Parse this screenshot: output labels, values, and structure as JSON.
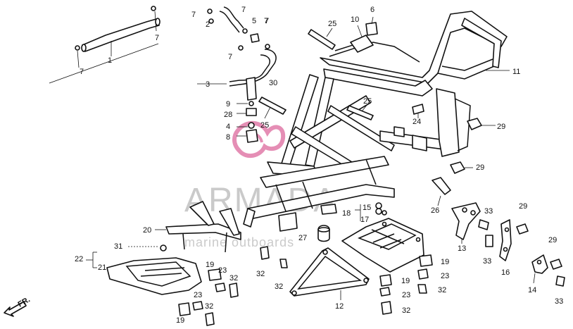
{
  "watermark": {
    "brand": "ARMADA",
    "tagline": "marine outboards",
    "logo_color": "#e07aa8"
  },
  "direction_arrow": {
    "label": "FR."
  },
  "callouts": [
    {
      "id": "c1",
      "label": "1"
    },
    {
      "id": "c7a",
      "label": "7"
    },
    {
      "id": "c7b",
      "label": "7"
    },
    {
      "id": "c7c",
      "label": "7"
    },
    {
      "id": "c7d",
      "label": "7"
    },
    {
      "id": "c7e",
      "label": "7"
    },
    {
      "id": "c7f",
      "label": "7"
    },
    {
      "id": "c7g",
      "label": "7"
    },
    {
      "id": "c2",
      "label": "2"
    },
    {
      "id": "c5",
      "label": "5"
    },
    {
      "id": "c3",
      "label": "3"
    },
    {
      "id": "c30",
      "label": "30"
    },
    {
      "id": "c9",
      "label": "9"
    },
    {
      "id": "c28",
      "label": "28"
    },
    {
      "id": "c4",
      "label": "4"
    },
    {
      "id": "c8",
      "label": "8"
    },
    {
      "id": "c25a",
      "label": "25"
    },
    {
      "id": "c25b",
      "label": "25"
    },
    {
      "id": "c25c",
      "label": "25"
    },
    {
      "id": "c10",
      "label": "10"
    },
    {
      "id": "c6",
      "label": "6"
    },
    {
      "id": "c11",
      "label": "11"
    },
    {
      "id": "c24",
      "label": "24"
    },
    {
      "id": "c29a",
      "label": "29"
    },
    {
      "id": "c29b",
      "label": "29"
    },
    {
      "id": "c29c",
      "label": "29"
    },
    {
      "id": "c29d",
      "label": "29"
    },
    {
      "id": "c26",
      "label": "26"
    },
    {
      "id": "c33a",
      "label": "33"
    },
    {
      "id": "c33b",
      "label": "33"
    },
    {
      "id": "c33c",
      "label": "33"
    },
    {
      "id": "c13",
      "label": "13"
    },
    {
      "id": "c16",
      "label": "16"
    },
    {
      "id": "c14",
      "label": "14"
    },
    {
      "id": "c15",
      "label": "15"
    },
    {
      "id": "c17",
      "label": "17"
    },
    {
      "id": "c18",
      "label": "18"
    },
    {
      "id": "c27",
      "label": "27"
    },
    {
      "id": "c20",
      "label": "20"
    },
    {
      "id": "c22",
      "label": "22"
    },
    {
      "id": "c31",
      "label": "31"
    },
    {
      "id": "c21",
      "label": "21"
    },
    {
      "id": "c19a",
      "label": "19"
    },
    {
      "id": "c19b",
      "label": "19"
    },
    {
      "id": "c19c",
      "label": "19"
    },
    {
      "id": "c19d",
      "label": "19"
    },
    {
      "id": "c23a",
      "label": "23"
    },
    {
      "id": "c23b",
      "label": "23"
    },
    {
      "id": "c23c",
      "label": "23"
    },
    {
      "id": "c23d",
      "label": "23"
    },
    {
      "id": "c32a",
      "label": "32"
    },
    {
      "id": "c32b",
      "label": "32"
    },
    {
      "id": "c32c",
      "label": "32"
    },
    {
      "id": "c32d",
      "label": "32"
    },
    {
      "id": "c32e",
      "label": "32"
    },
    {
      "id": "c32f",
      "label": "32"
    },
    {
      "id": "c12",
      "label": "12"
    }
  ]
}
